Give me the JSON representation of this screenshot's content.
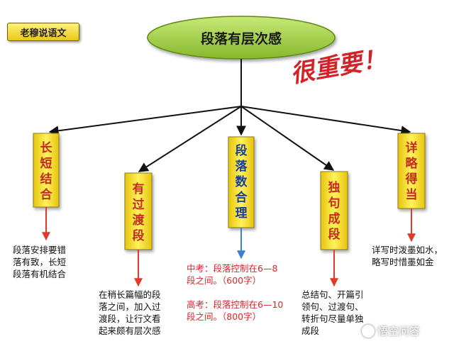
{
  "tag": "老穆说语文",
  "title": "段落有层次感",
  "emphasis": "很重要！",
  "branches": [
    {
      "id": "long-short",
      "label": "长短结合",
      "note": [
        "段落安排要错",
        "落有致，长短",
        "段落有机结合"
      ],
      "note_color": "black"
    },
    {
      "id": "transition",
      "label": "有过渡段",
      "note": [
        "在稍长篇幅的段",
        "落之间，加入过",
        "渡段，让行文看",
        "起来颇有层次感"
      ],
      "note_color": "black"
    },
    {
      "id": "count",
      "label": "段落数合理",
      "note": [
        "中考：段落控制在6—8",
        "段之间。（600字）",
        "",
        "高考：段落控制在6—10",
        "段之间。（800字）"
      ],
      "note_color": "red"
    },
    {
      "id": "single",
      "label": "独句成段",
      "note": [
        "总结句、开篇引",
        "领句、过渡句、",
        "转折句尽量单独",
        "成段"
      ],
      "note_color": "black"
    },
    {
      "id": "detail",
      "label": "详略得当",
      "note": [
        "详写时泼墨如水，",
        "略写时惜墨如金"
      ],
      "note_color": "black"
    }
  ],
  "watermark": "悟空问答",
  "colors": {
    "ellipse": "#9ccc3c",
    "box": "#f3dc18",
    "arrow_black": "#111111",
    "arrow_red": "#e23a2a",
    "arrow_blue": "#3b7fd6"
  }
}
